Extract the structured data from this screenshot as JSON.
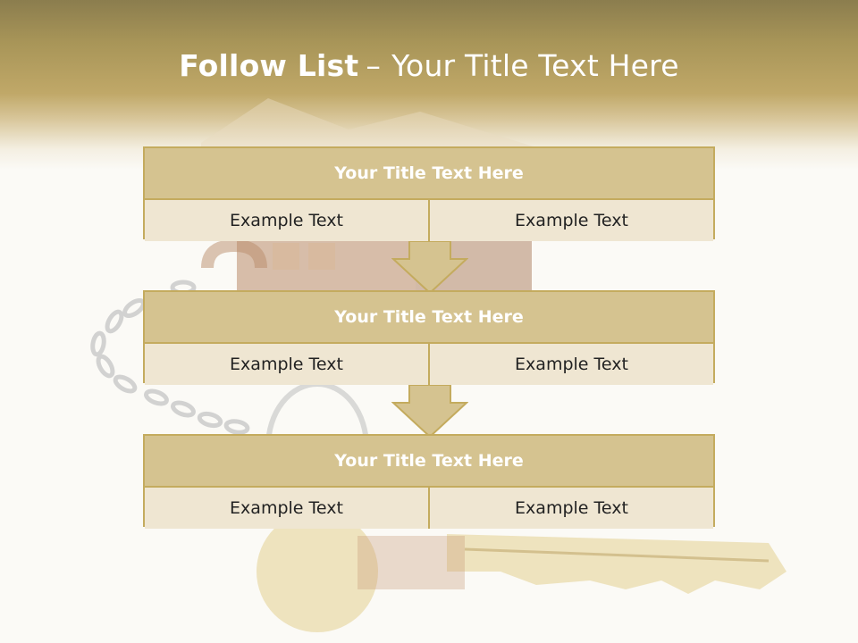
{
  "title": {
    "bold": "Follow List",
    "separator": "–",
    "rest": "Your Title Text Here"
  },
  "blocks": [
    {
      "title": "Your Title Text Here",
      "cells": [
        "Example Text",
        "Example Text"
      ]
    },
    {
      "title": "Your Title Text Here",
      "cells": [
        "Example Text",
        "Example Text"
      ]
    },
    {
      "title": "Your Title Text Here",
      "cells": [
        "Example Text",
        "Example Text"
      ]
    }
  ],
  "colors": {
    "accent": "#c4ab5e",
    "header_fill": "#d5c390",
    "cell_fill": "#efe6d2"
  }
}
